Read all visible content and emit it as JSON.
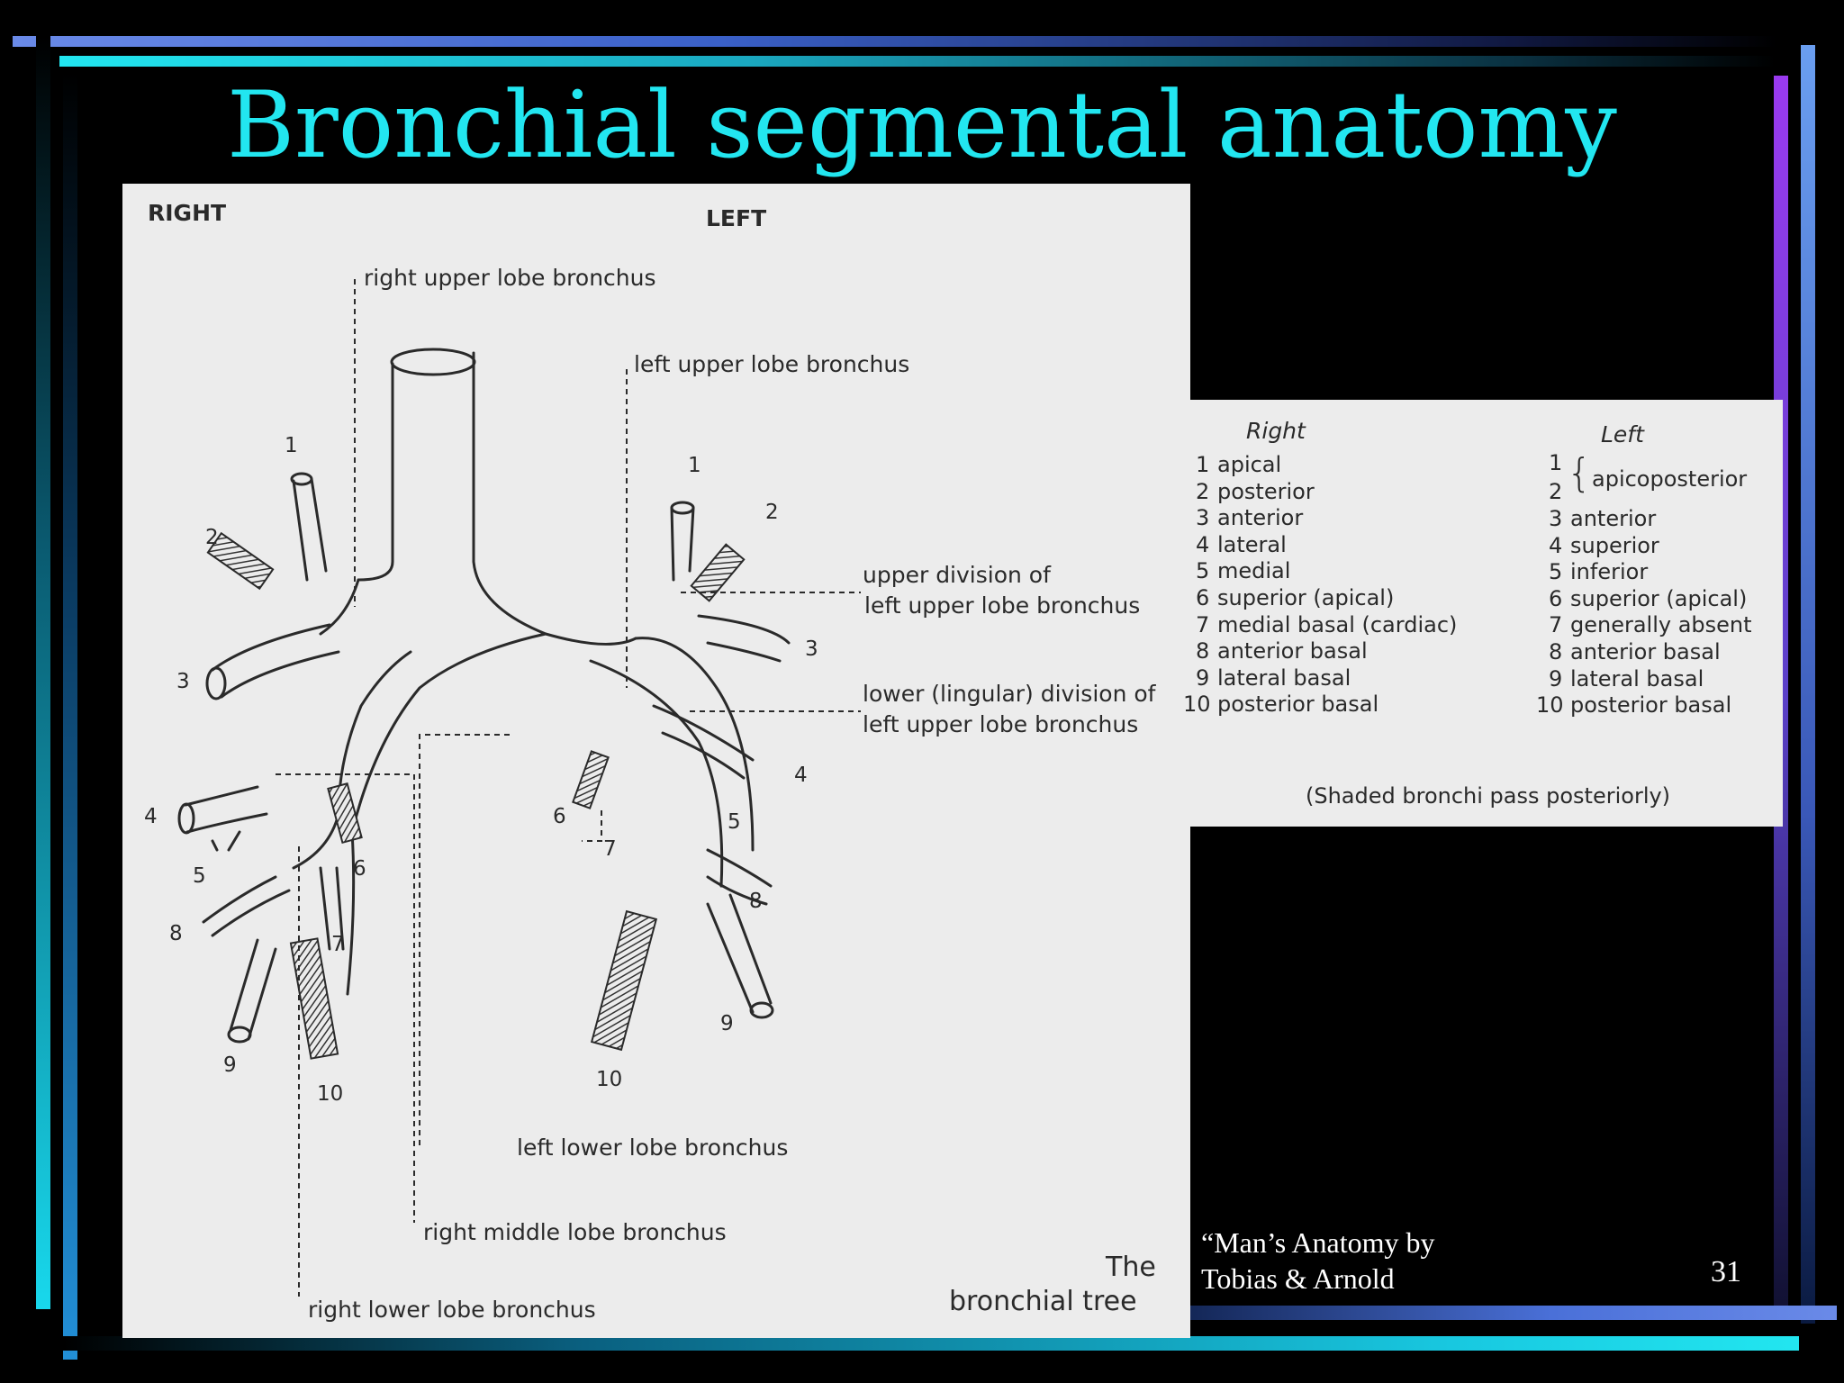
{
  "title": "Bronchial segmental anatomy",
  "figure": {
    "side_right": "RIGHT",
    "side_left": "LEFT",
    "labels": {
      "right_upper": "right upper lobe bronchus",
      "left_upper": "left upper lobe bronchus",
      "upper_division_1": "upper division of",
      "upper_division_2": "left upper lobe bronchus",
      "lingular_1": "lower (lingular) division of",
      "lingular_2": "left upper lobe bronchus",
      "left_lower": "left lower lobe bronchus",
      "right_middle": "right middle lobe bronchus",
      "right_lower": "right lower lobe bronchus"
    },
    "caption_1": "The",
    "caption_2": "bronchial  tree",
    "right_numbers": [
      "1",
      "2",
      "3",
      "4",
      "5",
      "6",
      "7",
      "8",
      "9",
      "10"
    ],
    "left_numbers": [
      "1",
      "2",
      "3",
      "4",
      "5",
      "6",
      "7",
      "8",
      "9",
      "10"
    ]
  },
  "legend": {
    "right_heading": "Right",
    "left_heading": "Left",
    "right_items": [
      {
        "n": "1",
        "name": "apical"
      },
      {
        "n": "2",
        "name": "posterior"
      },
      {
        "n": "3",
        "name": "anterior"
      },
      {
        "n": "4",
        "name": "lateral"
      },
      {
        "n": "5",
        "name": "medial"
      },
      {
        "n": "6",
        "name": "superior (apical)"
      },
      {
        "n": "7",
        "name": "medial basal (cardiac)"
      },
      {
        "n": "8",
        "name": "anterior basal"
      },
      {
        "n": "9",
        "name": "lateral basal"
      },
      {
        "n": "10",
        "name": "posterior basal"
      }
    ],
    "left_apico_numbers": [
      "1",
      "2"
    ],
    "left_apico_name": "apicoposterior",
    "left_items": [
      {
        "n": "3",
        "name": "anterior"
      },
      {
        "n": "4",
        "name": "superior"
      },
      {
        "n": "5",
        "name": "inferior"
      },
      {
        "n": "6",
        "name": "superior (apical)"
      },
      {
        "n": "7",
        "name": "generally absent"
      },
      {
        "n": "8",
        "name": "anterior basal"
      },
      {
        "n": "9",
        "name": "lateral basal"
      },
      {
        "n": "10",
        "name": "posterior basal"
      }
    ],
    "note": "(Shaded bronchi pass posteriorly)"
  },
  "citation_1": "“Man’s Anatomy by",
  "citation_2": "Tobias & Arnold",
  "page_number": "31",
  "colors": {
    "title": "#22e6f0",
    "background": "#000000",
    "panel": "#ececec"
  }
}
